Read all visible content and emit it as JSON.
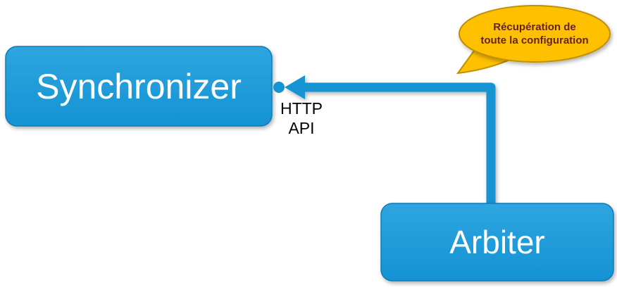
{
  "diagram": {
    "background": "#ffffff",
    "nodes": [
      {
        "id": "synchronizer",
        "label": "Synchronizer"
      },
      {
        "id": "arbiter",
        "label": "Arbiter"
      }
    ],
    "edge": {
      "from": "arbiter",
      "to": "synchronizer",
      "label_lines": [
        "HTTP",
        "API"
      ]
    },
    "callout": {
      "lines": [
        "Récupération de",
        "toute la configuration"
      ]
    },
    "colors": {
      "node_fill_top": "#2ea5e0",
      "node_fill": "#1593d3",
      "node_border": "#0f7cb5",
      "node_text": "#ffffff",
      "arrow": "#1593d3",
      "edge_label_text": "#000000",
      "callout_fill": "#ffc000",
      "callout_border": "#bf9000",
      "callout_text": "#632423"
    }
  }
}
